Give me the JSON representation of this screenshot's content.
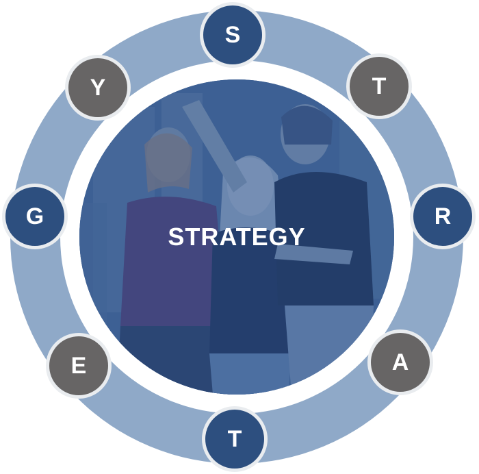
{
  "center": {
    "label": "STRATEGY"
  },
  "nodes": [
    {
      "letter": "S",
      "color": "#2d4f7f"
    },
    {
      "letter": "T",
      "color": "#676565"
    },
    {
      "letter": "R",
      "color": "#2d4f7f"
    },
    {
      "letter": "A",
      "color": "#676565"
    },
    {
      "letter": "T",
      "color": "#2d4f7f"
    },
    {
      "letter": "E",
      "color": "#676565"
    },
    {
      "letter": "G",
      "color": "#2d4f7f"
    },
    {
      "letter": "Y",
      "color": "#676565"
    }
  ],
  "colors": {
    "ring": "#8fa9c8",
    "photo_overlay": "#2f5487",
    "node_border": "#e9ecef"
  }
}
